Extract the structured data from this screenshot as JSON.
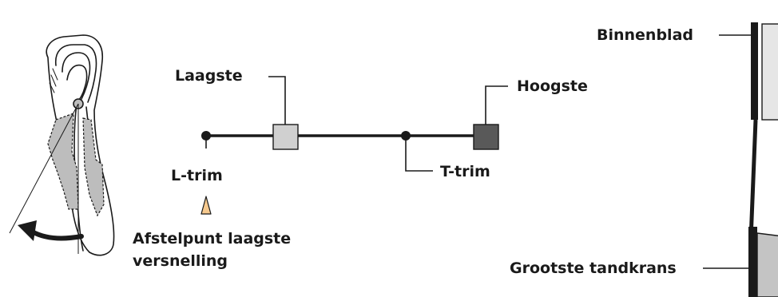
{
  "labels": {
    "laagste": "Laagste",
    "hoogste": "Hoogste",
    "l_trim": "L-trim",
    "t_trim": "T-trim",
    "afstelpunt_line1": "Afstelpunt laagste",
    "afstelpunt_line2": "versnelling",
    "binnenblad": "Binnenblad",
    "grootste_tandkrans": "Grootste tandkrans"
  },
  "colors": {
    "ink": "#1a1a1a",
    "laagste_square": "#d0d0d0",
    "hoogste_square": "#595959",
    "lever_shading": "#bdbdbd",
    "pointer_arrow": "#f6c98e",
    "sprocket": "#c4c4c4"
  }
}
